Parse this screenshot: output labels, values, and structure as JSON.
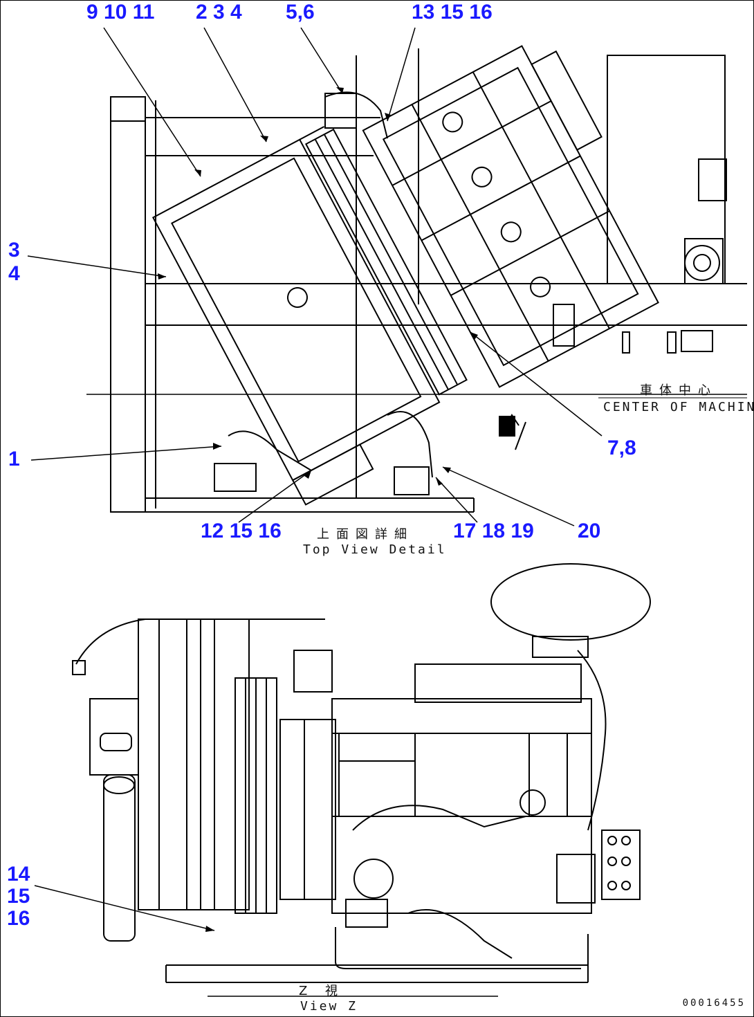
{
  "callouts": {
    "c_9_10_11": "9 10 11",
    "c_2_3_4": "2 3 4",
    "c_5_6": "5,6",
    "c_13_15_16": "13 15 16",
    "c_3": "3",
    "c_4": "4",
    "c_1": "1",
    "c_7_8": "7,8",
    "c_12_15_16": "12 15 16",
    "c_17_18_19": "17 18 19",
    "c_20": "20",
    "c_14": "14",
    "c_15": "15",
    "c_16": "16"
  },
  "captions": {
    "top_view_jp": "上面図詳細",
    "top_view_en": "Top View Detail",
    "center_jp": "車体中心",
    "center_en": "CENTER OF MACHINE",
    "view_z_jp": "Z 視",
    "view_z_en": "View Z"
  },
  "doc_number": "00016455",
  "colors": {
    "callout": "#1a1aff",
    "line": "#000000"
  }
}
